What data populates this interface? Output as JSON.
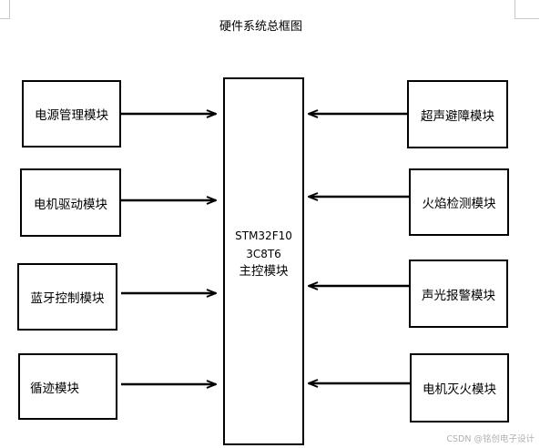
{
  "title": "硬件系统总框图",
  "mcu": {
    "line1": "STM32F10",
    "line2": "3C8T6",
    "line3": "主控模块"
  },
  "left_modules": [
    "电源管理模块",
    "电机驱动模块",
    "蓝牙控制模块",
    "循迹模块"
  ],
  "right_modules": [
    "超声避障模块",
    "火焰检测模块",
    "声光报警模块",
    "电机灭火模块"
  ],
  "watermark": "CSDN @铭创电子设计",
  "colors": {
    "line": "#000000",
    "background": "#ffffff",
    "watermark": "#b0b0b0"
  }
}
